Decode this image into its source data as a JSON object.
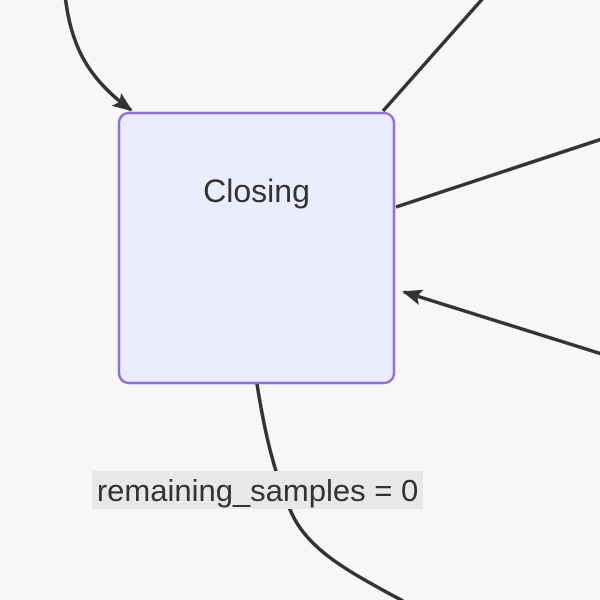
{
  "page": {
    "background": "#f7f7f7"
  },
  "diagram": {
    "type": "state-diagram",
    "node": {
      "label": "Closing",
      "fill": "#ECECFF",
      "border_color": "#9370DB"
    },
    "edge_label": {
      "text": "remaining_samples = 0",
      "background": "#e8e8e8"
    },
    "edge_color": "#333333"
  }
}
